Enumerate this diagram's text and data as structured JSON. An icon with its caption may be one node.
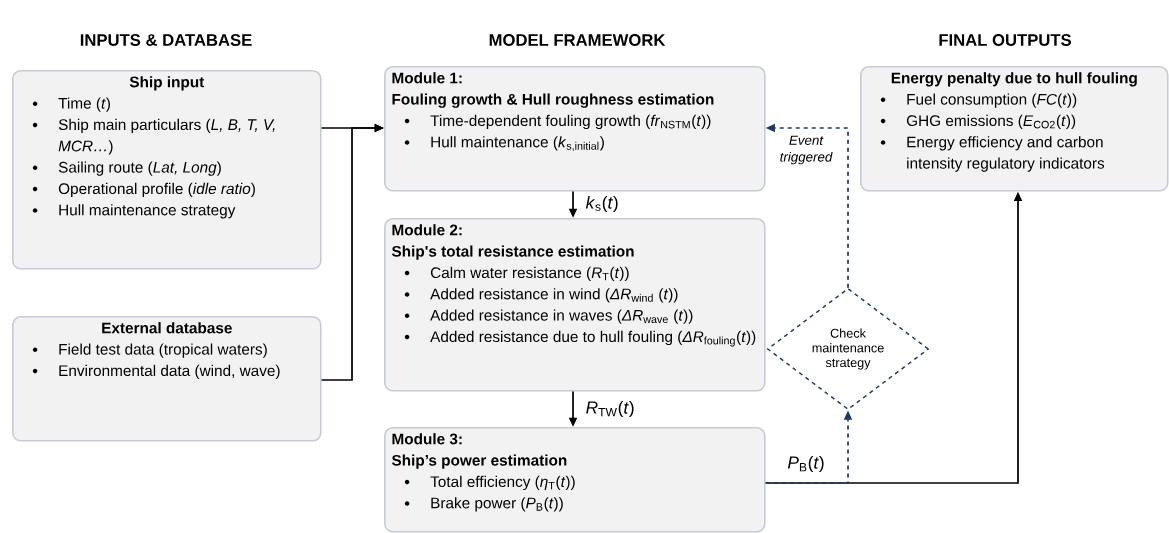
{
  "diagram": {
    "nodes": [
      {
        "text": [
          "Ship input",
          "Time (*t*)",
          "Ship main particulars (*L, B, T, V, MCR…*)",
          "Sailing route (*Lat, Long*)",
          "Operational profile (*idle ratio*)",
          "Hull maintenance strategy"
        ]
      },
      {
        "text": [
          "External database",
          "Field test data (tropical waters)",
          "Environmental data (wind, wave)"
        ]
      },
      {
        "text": [
          "Module 1:",
          "Fouling growth & Hull roughness estimation",
          "Time-dependent fouling growth (*fr*$_{NSTM}$(*t*))",
          "Hull maintenance (*k*$_{s,initial}$)"
        ]
      },
      {
        "text": [
          "Module 2:",
          "Ship's total resistance estimation",
          "Calm water resistance (*R*$_{T}$(*t*))",
          "Added resistance in wind (*ΔR*$_{wind}$ (*t*))",
          "Added resistance in waves (*ΔR*$_{wave}$ (*t*))",
          "Added resistance due to hull fouling (*ΔR*$_{fouling}$(*t*))"
        ]
      },
      {
        "text": [
          "Module 3:",
          "Ship’s power estimation",
          "Total efficiency (*η*$_{T}$(*t*))",
          "Brake power (*P*$_{B}$(*t*))"
        ]
      },
      {
        "text": [
          "Energy penalty due to hull fouling",
          "Fuel consumption (*FC*(*t*))",
          "GHG emissions (*E*$_{CO2}$(*t*))",
          "Energy efficiency and carbon intensity regulatory indicators"
        ]
      },
      {
        "text": [
          "Check maintenance strategy"
        ]
      }
    ],
    "edges": [
      {
        "from": 0,
        "to": 2,
        "arrow": "to"
      },
      {
        "from": 1,
        "to": 2,
        "arrow": "to"
      },
      {
        "from": 2,
        "to": 3,
        "arrow": "to",
        "label": "*k*$_{s}$(*t*)"
      },
      {
        "from": 3,
        "to": 4,
        "arrow": "to",
        "label": "*R*$_{TW}$(*t*)"
      },
      {
        "from": 4,
        "to": 5,
        "arrow": "to",
        "label": "*P*$_{B}$(*t*)"
      },
      {
        "from": 4,
        "to": 6,
        "arrow": "to",
        "style": "dashed",
        "color": "#1f3a5f"
      },
      {
        "from": 6,
        "to": 2,
        "arrow": "to",
        "style": "dashed",
        "color": "#1f3a5f",
        "label": "Event triggered"
      }
    ],
    "labels": [
      "INPUTS & DATABASE",
      "MODEL FRAMEWORK",
      "FINAL OUTPUTS"
    ]
  }
}
